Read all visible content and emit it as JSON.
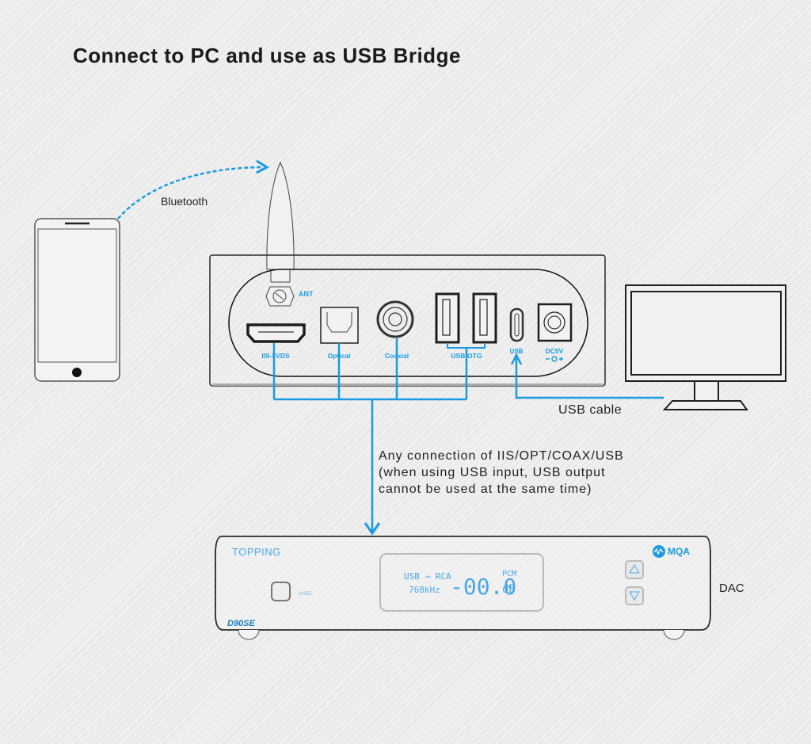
{
  "title": "Connect to PC and use as USB Bridge",
  "bluetooth_label": "Bluetooth",
  "usb_cable_label": "USB cable",
  "note_lines": [
    "Any connection of IIS/OPT/COAX/USB",
    "(when using USB input, USB output",
    "cannot be used at the same time)"
  ],
  "dac_label": "DAC",
  "rear_panel": {
    "antenna_label": "ANT",
    "ports": [
      {
        "name": "hdmi",
        "label": "IIS-LVDS"
      },
      {
        "name": "optical",
        "label": "Optical"
      },
      {
        "name": "coaxial",
        "label": "Coaxial"
      },
      {
        "name": "usb-otg",
        "label": "USB-OTG"
      },
      {
        "name": "usb",
        "label": "USB"
      },
      {
        "name": "dc",
        "label": "DC5V"
      }
    ]
  },
  "dac_front": {
    "brand": "TOPPING",
    "model": "D90SE",
    "power_label": "⏻/SEL",
    "mqa_label": "MQA",
    "display": {
      "route": "USB → RCA",
      "rate": "768kHz",
      "volume": "-00.0",
      "format": "PCM",
      "unit": "dB"
    }
  },
  "colors": {
    "accent": "#1a9be0",
    "line": "#1e1e1e",
    "lcd": "#49a8e8"
  }
}
